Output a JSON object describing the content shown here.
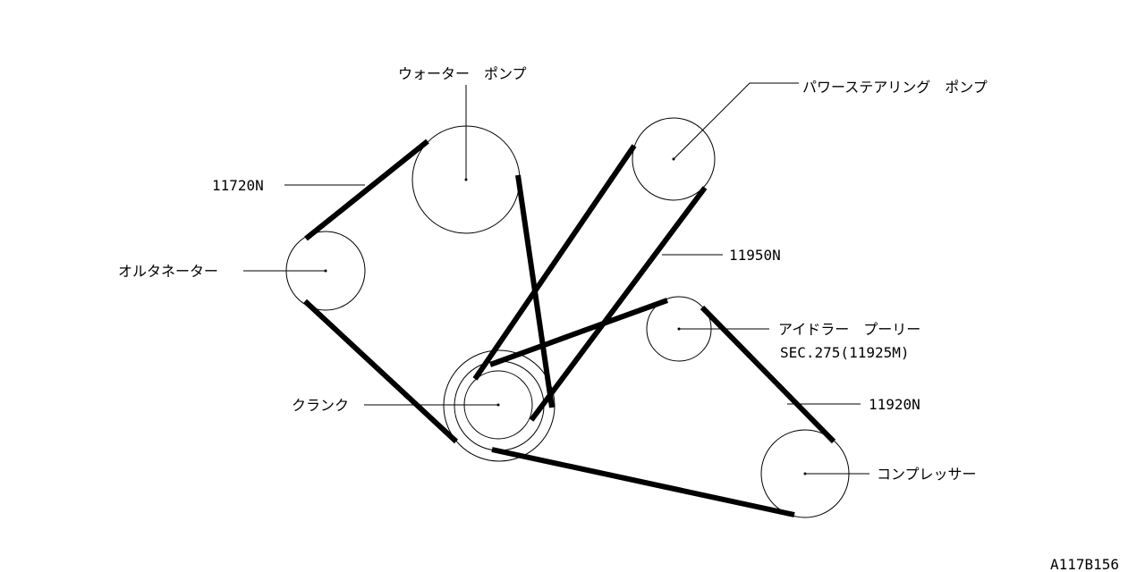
{
  "labels": {
    "water_pump": "ウォーター　ポンプ",
    "power_steering_pump": "パワーステアリング　ポンプ",
    "alternator": "オルタネーター",
    "idler_pulley": "アイドラー　プーリー",
    "idler_section": "SEC.275(11925M)",
    "crank": "クランク",
    "compressor": "コンプレッサー",
    "belt_alt_water": "11720N",
    "belt_ps": "11950N",
    "belt_compressor": "11920N"
  },
  "figure_code": "A117B156"
}
